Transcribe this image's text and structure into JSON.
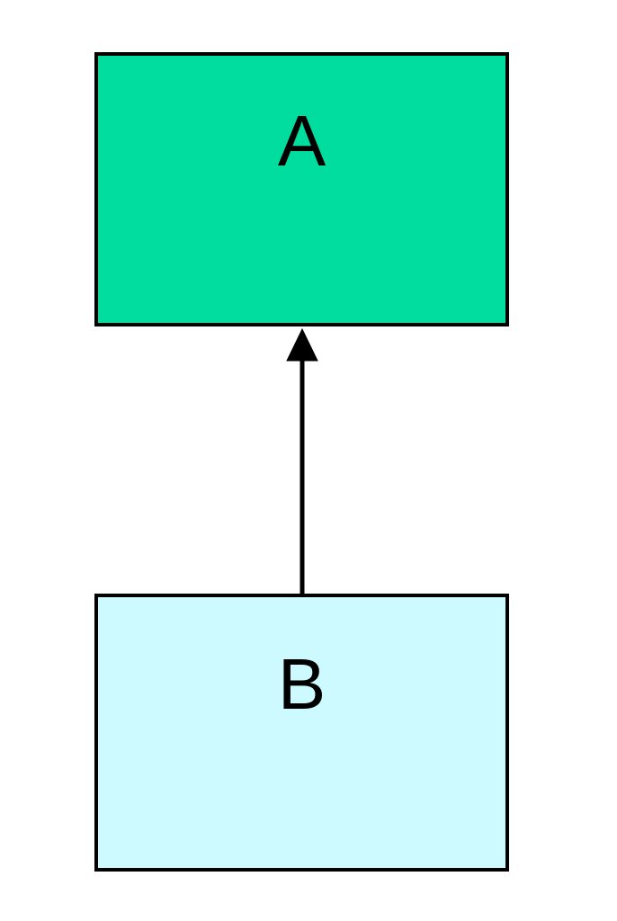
{
  "diagram": {
    "type": "directed-graph",
    "background_color": "#ffffff",
    "edge_color": "#000000",
    "border_color": "#000000",
    "nodes": [
      {
        "id": "A",
        "label": "A",
        "shape": "rectangle",
        "fill_color": "#00dd9e",
        "border_color": "#000000",
        "text_color": "#000000"
      },
      {
        "id": "B",
        "label": "B",
        "shape": "rectangle",
        "fill_color": "#ccfaff",
        "border_color": "#000000",
        "text_color": "#000000"
      }
    ],
    "edges": [
      {
        "from": "B",
        "to": "A",
        "label": "",
        "arrowhead": "solid-triangle",
        "direction": "up",
        "style": "solid"
      }
    ]
  }
}
